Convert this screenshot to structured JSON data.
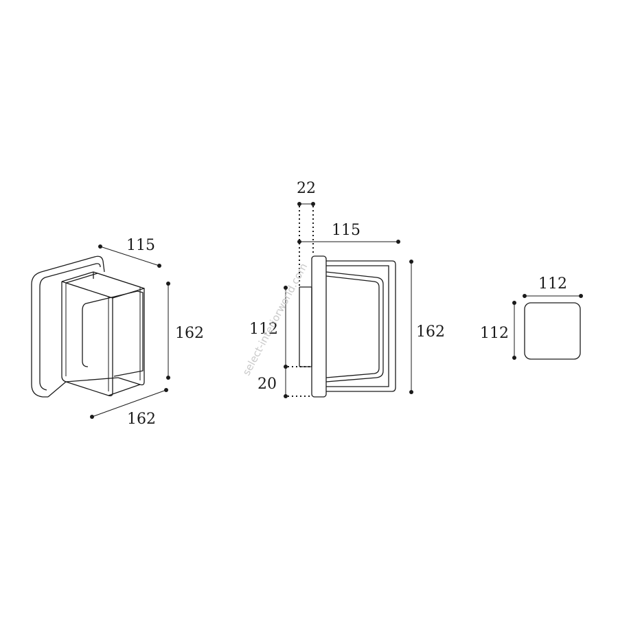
{
  "watermark": "select-interiorworld.com",
  "views": {
    "perspective": {
      "dims": {
        "depth": "115",
        "height": "162",
        "width": "162"
      }
    },
    "side": {
      "dims": {
        "plate": "22",
        "depth": "115",
        "plate_height": "112",
        "offset": "20",
        "height": "162"
      }
    },
    "front": {
      "dims": {
        "width": "112",
        "height": "112"
      }
    }
  },
  "colors": {
    "line": "#1a1a1a",
    "watermark": "#c9c9c9",
    "background": "#ffffff"
  }
}
